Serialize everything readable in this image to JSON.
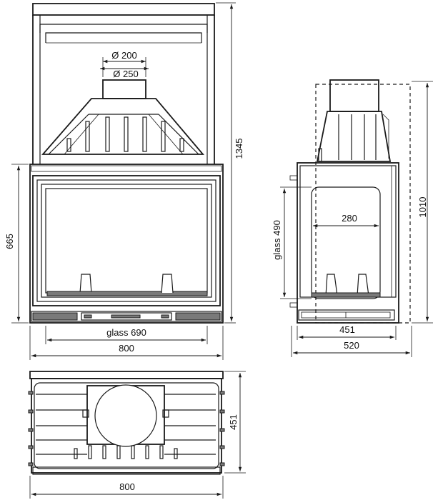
{
  "front_view": {
    "flue_inner": "Ø 200",
    "flue_outer": "Ø 250",
    "total_height": "1345",
    "body_height": "665",
    "glass_width": "glass 690",
    "total_width": "800"
  },
  "side_view": {
    "glass_height": "glass 490",
    "glass_width": "280",
    "total_height": "1010",
    "inner_depth": "451",
    "total_depth": "520"
  },
  "top_view": {
    "depth": "451",
    "width": "800"
  },
  "colors": {
    "line": "#1a1a1a",
    "shade": "#7a7a7a",
    "background": "#ffffff"
  }
}
